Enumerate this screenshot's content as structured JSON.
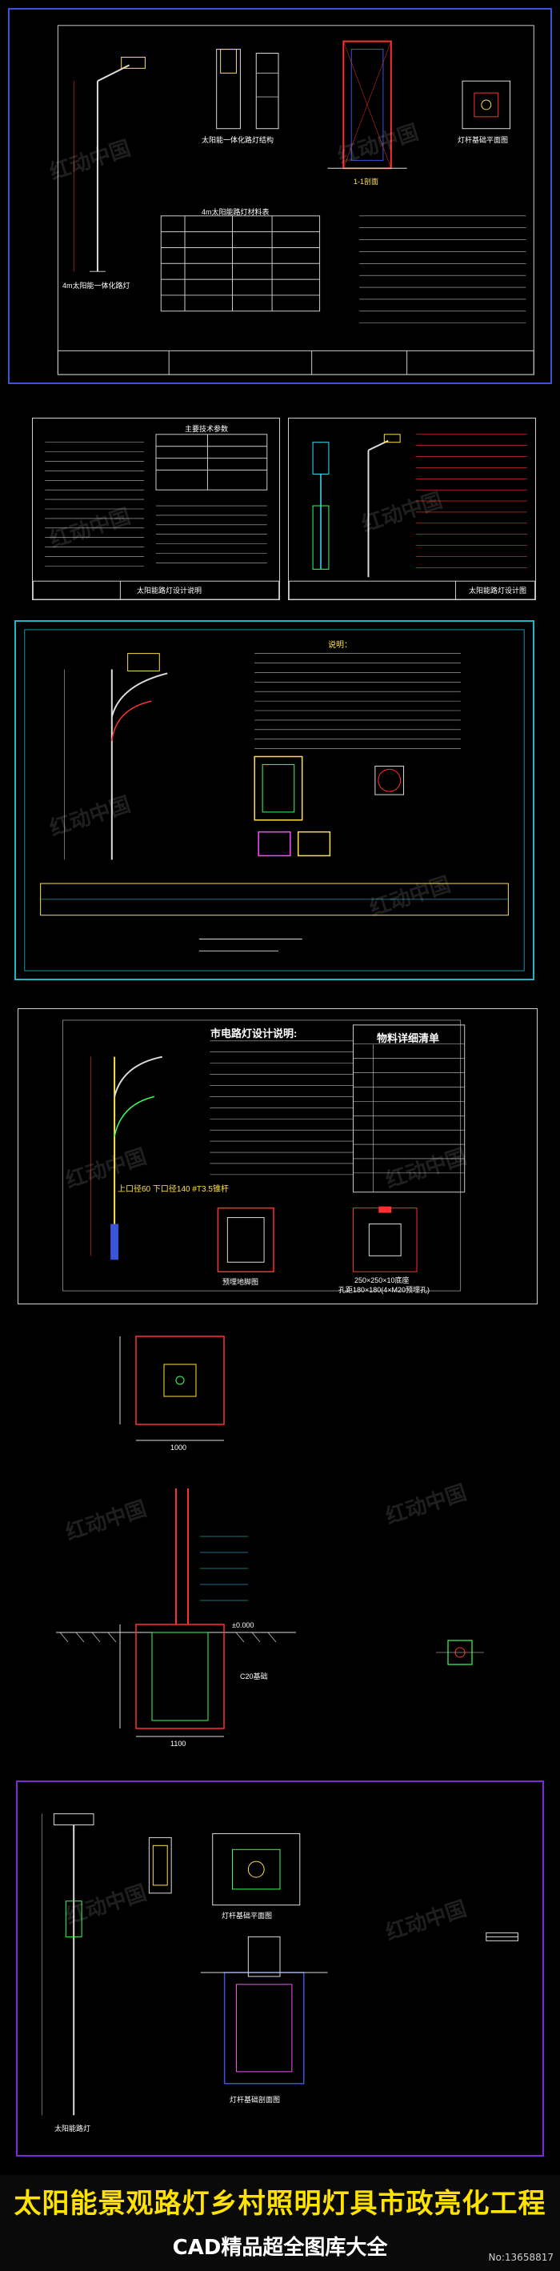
{
  "banner": {
    "title": "太阳能景观路灯乡村照明灯具市政亮化工程",
    "subtitle": "CAD精品超全图库大全",
    "number": "No:13658817"
  },
  "watermark": "红动中国",
  "sheet1": {
    "label_lamp": "4m太阳能一体化路灯",
    "label_section": "太阳能一体化路灯结构",
    "label_foundation": "1-1剖面",
    "label_plan": "灯杆基础平面图",
    "table_title": "4m太阳能路灯材料表"
  },
  "sheet2": {
    "left_title": "太阳能路灯设计说明",
    "right_title": "太阳能路灯设计图",
    "table_title": "主要技术参数"
  },
  "sheet3": {
    "notes_title": "说明："
  },
  "sheet4": {
    "design_title": "市电路灯设计说明:",
    "bom_title": "物料详细清单",
    "pole_label": "上口径60 下口径140 #T3.5锥杆",
    "foundation_label": "预埋地脚图",
    "anchor_label1": "250×250×10底座",
    "anchor_label2": "孔距180×180(4×M20预埋孔)"
  },
  "sheet5": {
    "dim1": "1000",
    "dim2": "1100",
    "label_pole": "C20基础",
    "label_ground": "±0.000"
  },
  "sheet6": {
    "label_lamp": "太阳能路灯",
    "label_plan": "灯杆基础平面图",
    "label_section": "灯杆基础剖面图"
  }
}
